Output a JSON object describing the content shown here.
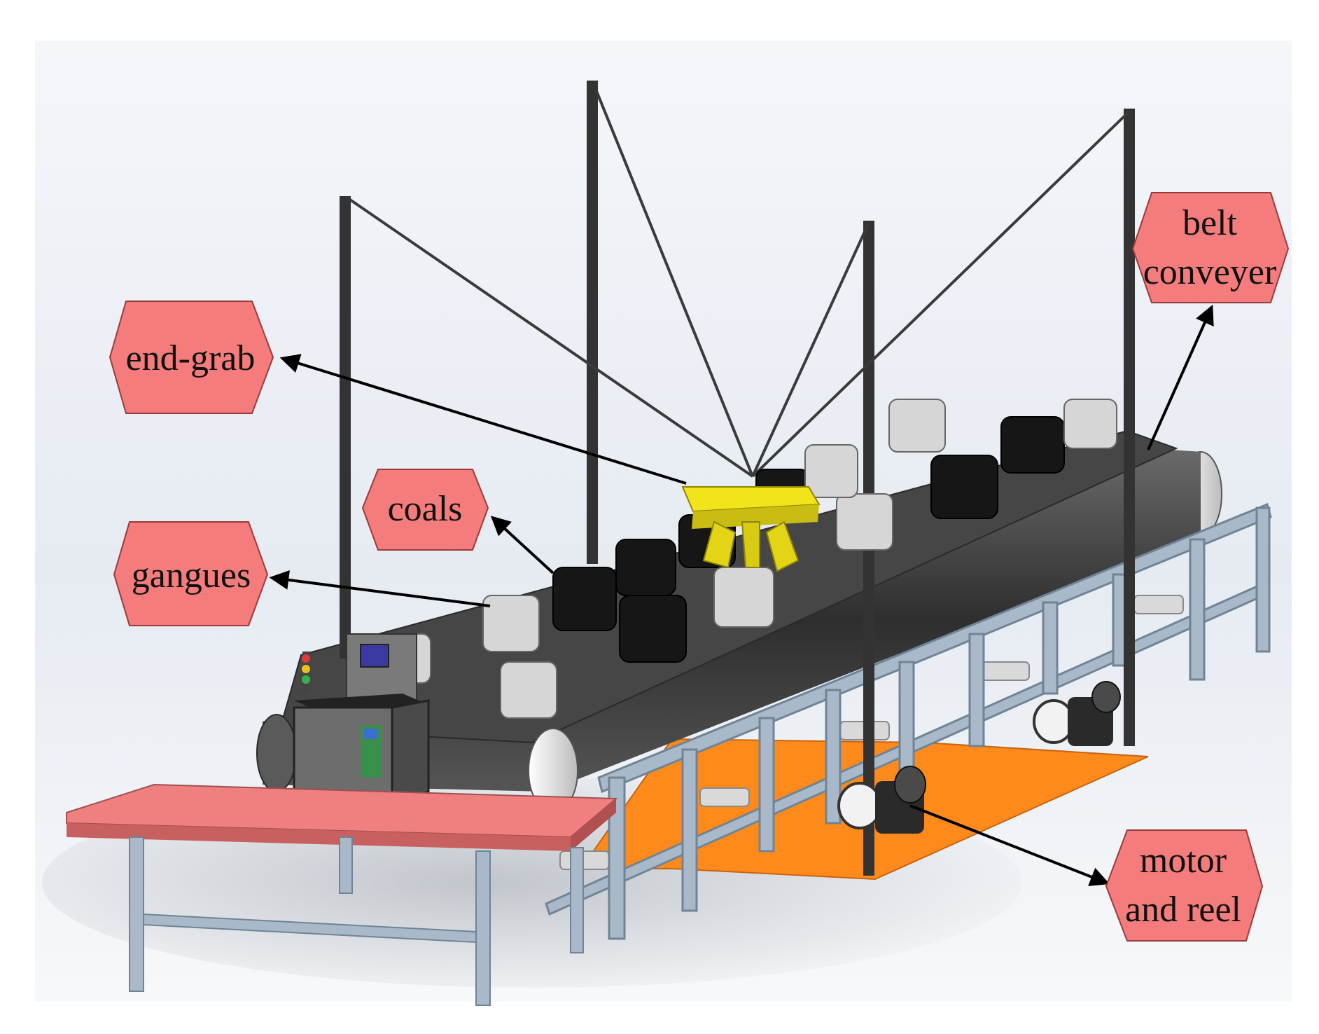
{
  "labels": {
    "end_grab": "end-grab",
    "coals": "coals",
    "gangues": "gangues",
    "belt_conveyer_line1": "belt",
    "belt_conveyer_line2": "conveyer",
    "motor_and_reel_line1": "motor",
    "motor_and_reel_line2": "and reel"
  },
  "colors": {
    "label_fill": "#f47c7c",
    "label_stroke": "#9a3b3b",
    "arrow": "#000000",
    "belt": "#3e3e3e",
    "frame": "#a9b9c9",
    "platform": "#ff8a1c",
    "table_top": "#f08080",
    "grab": "#f2e41a",
    "coal": "#161616",
    "gangue": "#d6d6d6"
  }
}
